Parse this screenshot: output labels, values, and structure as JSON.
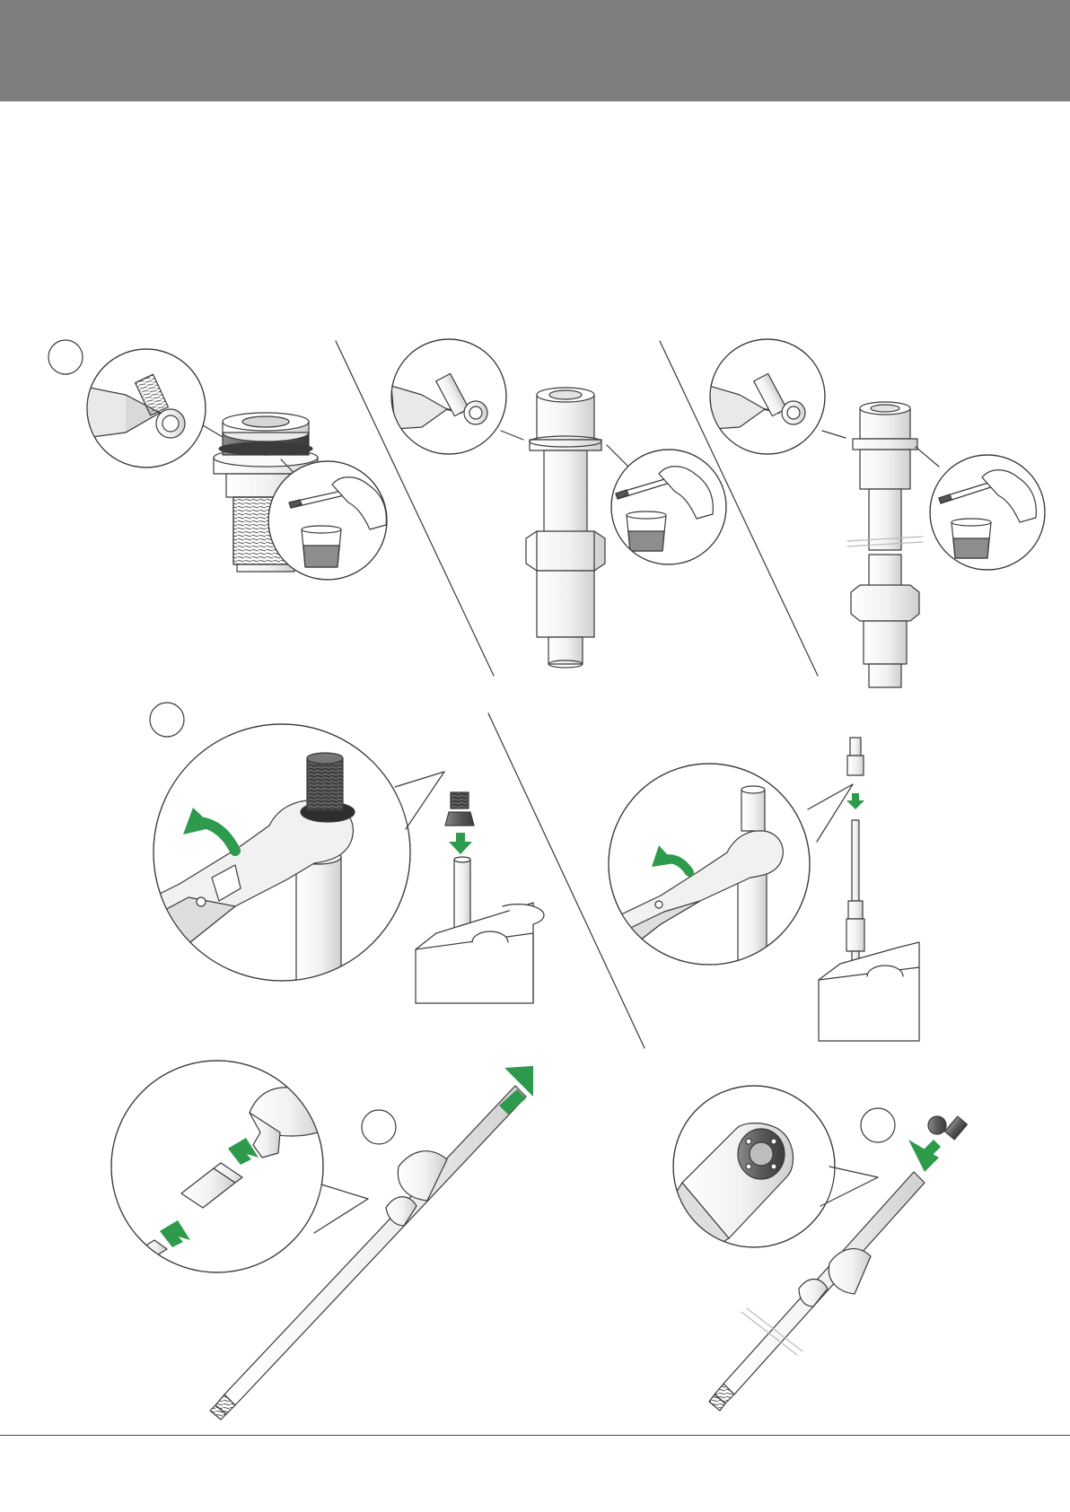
{
  "page": {
    "header_color": "#7f7e7f",
    "accent_color": "#2e9a4c",
    "line_color": "#3a3a3a",
    "fluid_color": "#8d8d8d"
  },
  "illustrations": [
    {
      "name": "step-1-thread-sealing-top-cap",
      "icons": [
        "sealant-tube-icon",
        "brush-icon",
        "fluid-cup-icon"
      ]
    },
    {
      "name": "step-1-thread-sealing-damper-shaft",
      "icons": [
        "sealant-tube-icon",
        "brush-icon",
        "fluid-cup-icon"
      ]
    },
    {
      "name": "step-1-thread-sealing-long-shaft",
      "icons": [
        "sealant-tube-icon",
        "brush-icon",
        "fluid-cup-icon"
      ]
    },
    {
      "name": "step-2-torque-top-nut",
      "icons": [
        "ratchet-wrench-icon",
        "rotate-arrow-icon",
        "down-arrow-icon",
        "vise-icon"
      ]
    },
    {
      "name": "step-2-torque-rod-nut",
      "icons": [
        "ratchet-wrench-icon",
        "rotate-arrow-icon",
        "down-arrow-icon",
        "vise-icon"
      ]
    },
    {
      "name": "step-3-pull-shaft",
      "icons": [
        "up-right-arrow-icon",
        "bushing-icon"
      ]
    },
    {
      "name": "step-4-insert-bushing",
      "icons": [
        "insert-arrow-icon",
        "end-cap-icon"
      ]
    }
  ]
}
